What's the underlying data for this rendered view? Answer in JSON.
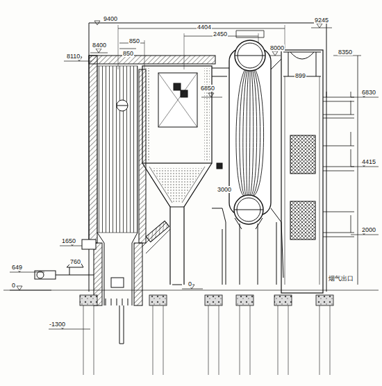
{
  "diagram": {
    "labels": [
      "9400",
      "8110",
      "8400",
      "850",
      "850",
      "4404",
      "2450",
      "9245",
      "8350",
      "8000",
      "6850",
      "899",
      "6830",
      "4415",
      "3000",
      "2000",
      "1650",
      "760",
      "649",
      "0",
      "0",
      "-1300",
      "烟气出口"
    ]
  }
}
